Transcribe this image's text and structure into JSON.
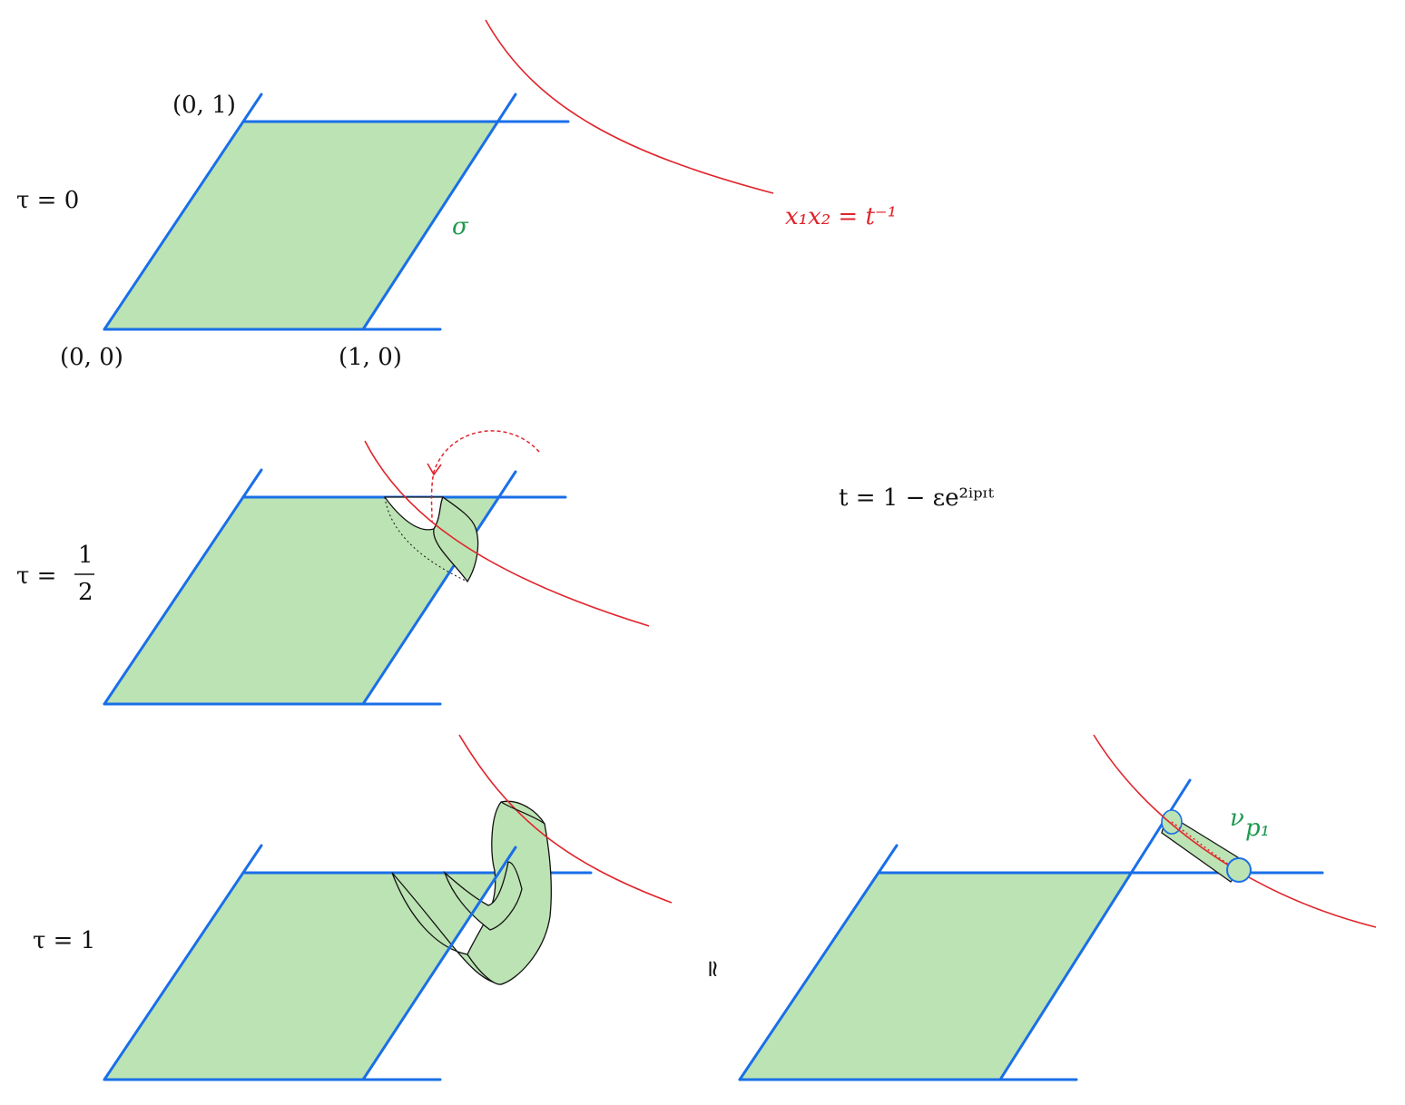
{
  "panel_top": {
    "tau_label": "τ = 0",
    "corner_01": "(0, 1)",
    "corner_00": "(0, 0)",
    "corner_10": "(1, 0)",
    "sigma_label": "σ",
    "curve_label": "x₁x₂ = t⁻¹"
  },
  "panel_middle": {
    "tau_label_prefix": "τ =",
    "tau_numerator": "1",
    "tau_denominator": "2",
    "formula": "t = 1 − εe²ⁱᵖᶦᵗ"
  },
  "panel_bottom": {
    "tau_label": "τ = 1",
    "equiv_symbol": "≃",
    "nu_label": "ν",
    "nu_subscript": "p₁"
  },
  "colors": {
    "sheet_fill": "#bce3b3",
    "axis_blue": "#1a6fe8",
    "curve_red": "#e0242b",
    "label_green": "#1e9a4e"
  }
}
